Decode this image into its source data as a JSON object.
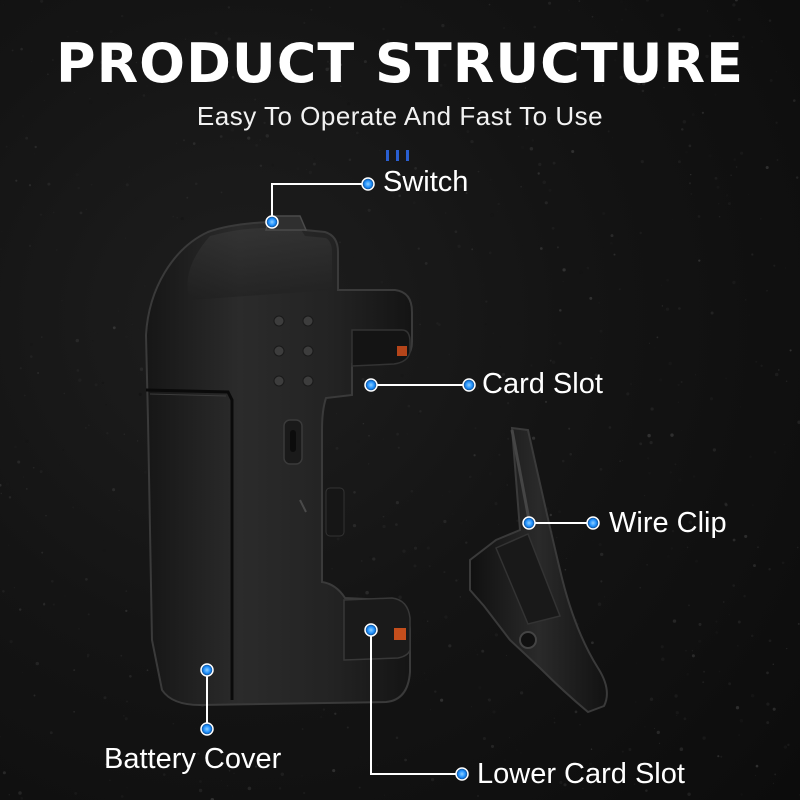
{
  "title": "PRODUCT STRUCTURE",
  "subtitle": "Easy To Operate And Fast To Use",
  "parts": {
    "switch": "Switch",
    "card_slot": "Card Slot",
    "wire_clip": "Wire Clip",
    "battery_cover": "Battery Cover",
    "lower_card_slot": "Lower Card Slot"
  },
  "colors": {
    "background": "#111111",
    "accent_dot": "#1e90ff",
    "callout_line": "#ffffff",
    "text": "#ffffff"
  }
}
